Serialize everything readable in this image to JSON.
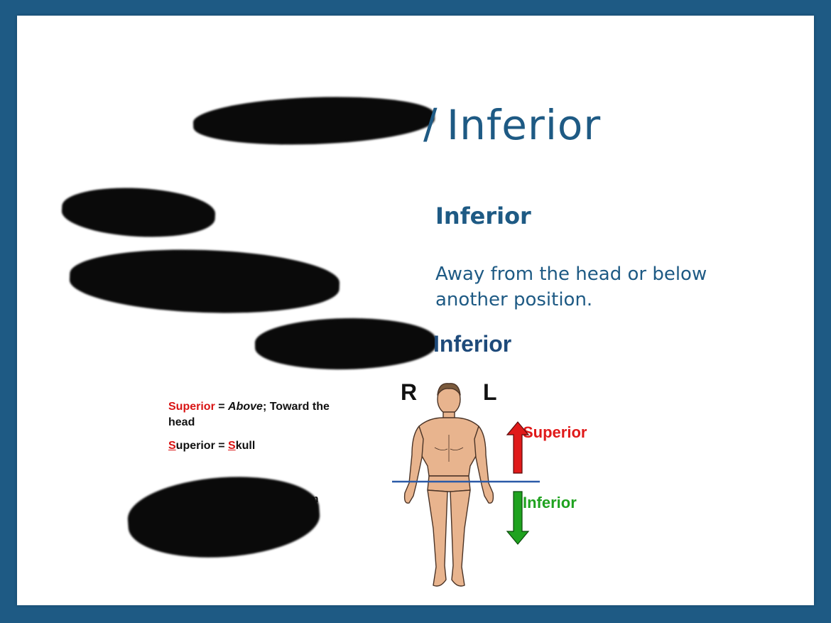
{
  "slide": {
    "title_visible": "Inferior",
    "title_separator": "/",
    "inferior_heading": "Inferior",
    "inferior_definition": "Away from the head or below another position.",
    "figure_title": "Inferior",
    "mnemonic": {
      "superior_word": "Superior",
      "equals": " = ",
      "above": "Above",
      "toward": "; Toward the head",
      "s1": "S",
      "superior_rest": "uperior = ",
      "s2": "S",
      "skull_rest": "kull"
    },
    "source_fragment": "om",
    "diagram": {
      "label_right": "R",
      "label_left": "L",
      "superior_label": "Superior",
      "inferior_label": "Inferior"
    }
  },
  "colors": {
    "frame": "#1e5a84",
    "title": "#1e5a84",
    "superior": "#e01a1a",
    "inferior": "#1fa21f",
    "plane_line": "#2a5aa8",
    "skin": "#e8b48e"
  }
}
